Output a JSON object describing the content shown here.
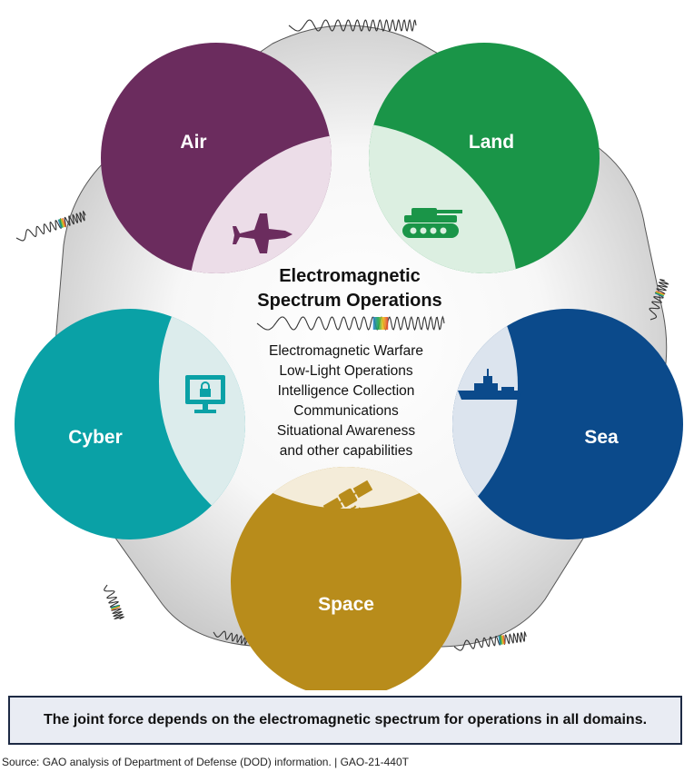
{
  "diagram": {
    "center_title_line1": "Electromagnetic",
    "center_title_line2": "Spectrum Operations",
    "capabilities": [
      "Electromagnetic Warfare",
      "Low-Light Operations",
      "Intelligence Collection",
      "Communications",
      "Situational Awareness",
      "and other capabilities"
    ],
    "domains": [
      {
        "label": "Air",
        "icon": "fighter-jet-icon",
        "color": "#6b2c5e",
        "light": "#ecdde8"
      },
      {
        "label": "Land",
        "icon": "tank-icon",
        "color": "#1a9548",
        "light": "#dcefe1"
      },
      {
        "label": "Sea",
        "icon": "ship-icon",
        "color": "#0b4a8b",
        "light": "#dce4ee"
      },
      {
        "label": "Space",
        "icon": "satellite-icon",
        "color": "#b88c1b",
        "light": "#f4ecd9"
      },
      {
        "label": "Cyber",
        "icon": "locked-computer-icon",
        "color": "#0aa1a6",
        "light": "#dcecec"
      }
    ]
  },
  "banner_text": "The joint force depends on the electromagnetic spectrum for operations in all domains.",
  "source_text": "Source: GAO analysis of Department of Defense (DOD) information.  |  GAO-21-440T"
}
